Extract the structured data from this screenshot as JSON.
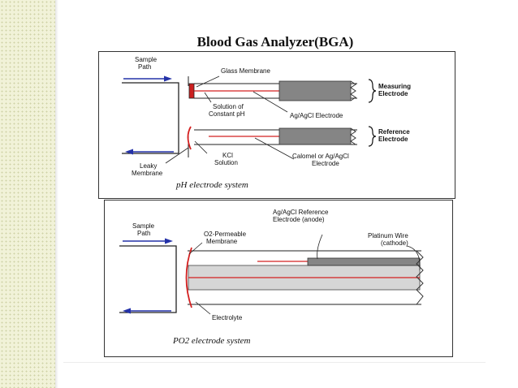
{
  "title": "Blood Gas Analyzer(BGA)",
  "colors": {
    "accent_red": "#d42020",
    "flow_blue": "#2432a8",
    "electrode_gray": "#858585",
    "side_strip": "#f1f2d8"
  },
  "ph_diagram": {
    "labels": {
      "sample_path_1": "Sample",
      "sample_path_2": "Path",
      "glass_membrane": "Glass Membrane",
      "measuring_1": "Measuring",
      "measuring_2": "Electrode",
      "solution_1": "Solution of",
      "solution_2": "Constant pH",
      "agcl_electrode": "Ag/AgCl Electrode",
      "reference_1": "Reference",
      "reference_2": "Electrode",
      "leaky_1": "Leaky",
      "leaky_2": "Membrane",
      "kcl_1": "KCl",
      "kcl_2": "Solution",
      "calomel_1": "Calomel or Ag/AgCl",
      "calomel_2": "Electrode"
    },
    "caption": "pH electrode system"
  },
  "po2_diagram": {
    "labels": {
      "sample_path_1": "Sample",
      "sample_path_2": "Path",
      "agcl_ref_1": "Ag/AgCl Reference",
      "agcl_ref_2": "Electrode (anode)",
      "platinum_1": "Platinum Wire",
      "platinum_2": "(cathode)",
      "o2_membrane_1": "O2-Permeable",
      "o2_membrane_2": "Membrane",
      "electrolyte": "Electrolyte"
    },
    "caption": "PO2 electrode system"
  }
}
